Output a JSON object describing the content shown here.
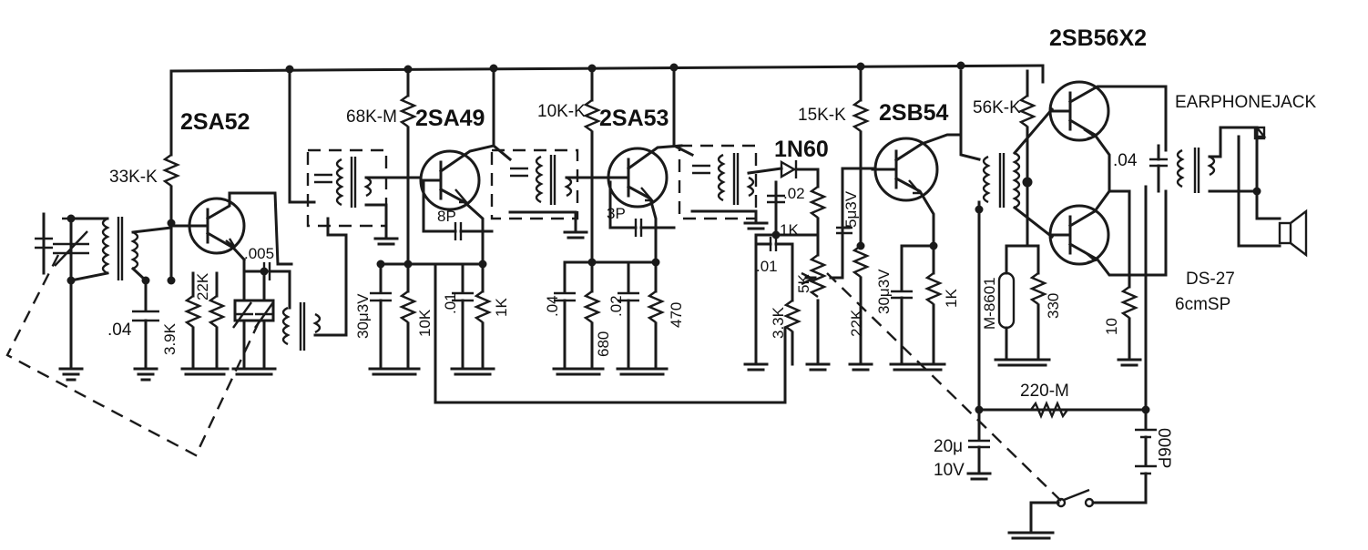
{
  "schematic": {
    "header": "2SB56X2",
    "transistors": {
      "t1": "2SA52",
      "t2": "2SA49",
      "t3": "2SA53",
      "t4": "2SB54"
    },
    "diode": "1N60",
    "earphone_jack": "EARPHONEJACK",
    "speaker": {
      "model": "DS-27",
      "size": "6cmSP"
    },
    "resistors": {
      "r33k": "33K-K",
      "r68k": "68K-M",
      "r10k_top": "10K-K",
      "r15k": "15K-K",
      "r56k": "56K-K",
      "r3_9k": "3.9K",
      "r22k_a": "22K",
      "r10k": "10K",
      "r1k_a": "1K",
      "r680": "680",
      "r470": "470",
      "r1k_b": "1K",
      "r3_3k": "3.3K",
      "r5k": "5K",
      "r22k_b": "22K",
      "r1k_c": "1K",
      "r330": "330",
      "r10": "10",
      "r220m": "220-M"
    },
    "capacitors": {
      "c_04_a": ".04",
      "c_005": ".005",
      "c_30u_a": "30μ3V",
      "c_01_a": ".01",
      "c_8p": "8P",
      "c_04_b": ".04",
      "c_02_a": ".02",
      "c_3p": "3P",
      "c_02_b": ".02",
      "c_01_b": ".01",
      "c_5u": "5μ3V",
      "c_30u_b": "30μ3V",
      "c_04_c": ".04",
      "c_20u": "20μ",
      "c_20u_v": "10V"
    },
    "thermistor": "M-8601",
    "battery": "006P"
  }
}
